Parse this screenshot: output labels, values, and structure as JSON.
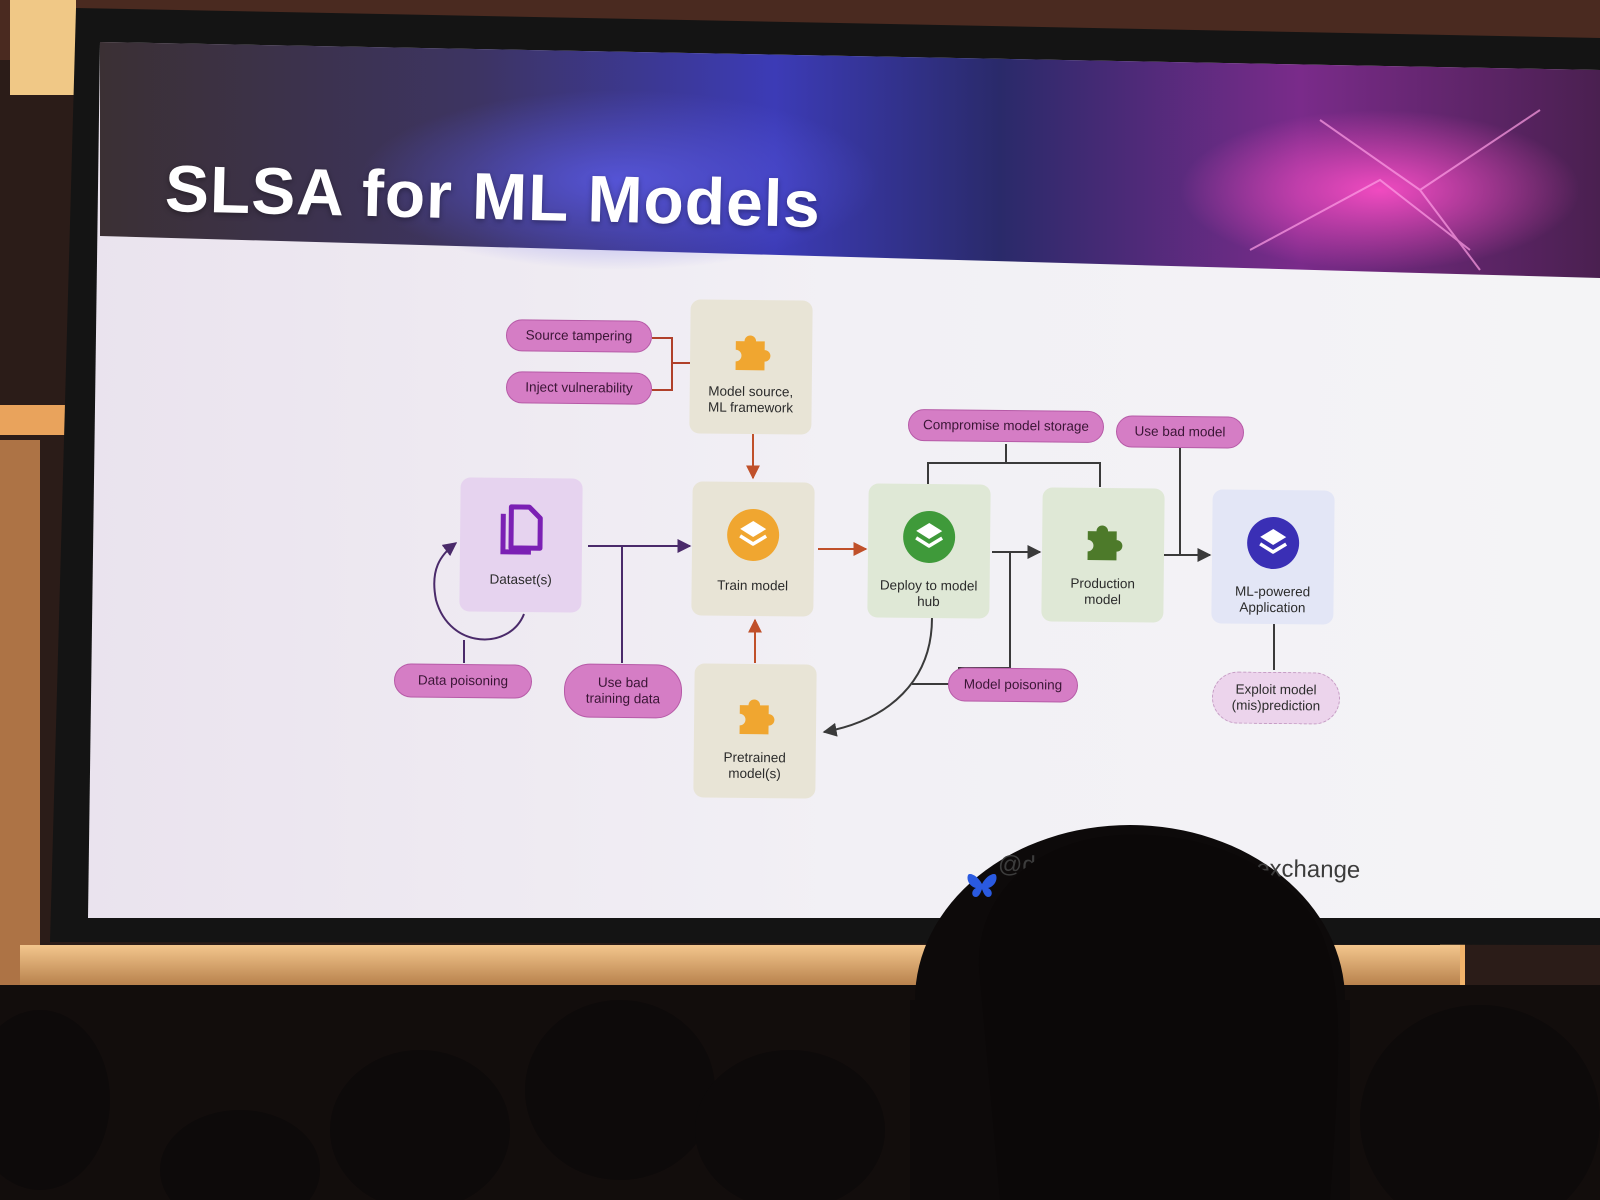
{
  "slide": {
    "title": "SLSA for ML Models",
    "footer_handle": "@danielstanis@infosec.exchange"
  },
  "nodes": {
    "model_source": {
      "label": "Model source,\nML framework",
      "icon": "puzzle-icon"
    },
    "datasets": {
      "label": "Dataset(s)",
      "icon": "documents-icon"
    },
    "train_model": {
      "label": "Train model",
      "icon": "layers-icon"
    },
    "deploy_hub": {
      "label": "Deploy to model\nhub",
      "icon": "layers-icon"
    },
    "production_model": {
      "label": "Production\nmodel",
      "icon": "puzzle-icon"
    },
    "ml_app": {
      "label": "ML-powered\nApplication",
      "icon": "layers-icon"
    },
    "pretrained": {
      "label": "Pretrained\nmodel(s)",
      "icon": "puzzle-icon"
    }
  },
  "threats": {
    "source_tampering": "Source tampering",
    "inject_vulnerability": "Inject vulnerability",
    "compromise_storage": "Compromise model storage",
    "use_bad_model": "Use bad model",
    "data_poisoning": "Data poisoning",
    "use_bad_training_data": "Use bad\ntraining data",
    "model_poisoning": "Model poisoning",
    "exploit_prediction": "Exploit model\n(mis)prediction"
  },
  "colors": {
    "threat_pill": "#d57dc5",
    "orange_arrow": "#c0502a",
    "dark_arrow": "#3a3a3a",
    "purple_node": "#e6d3ef",
    "beige_node": "#e8e4d6",
    "green_node": "#dfe8d6",
    "blue_node": "#e3e6f6"
  }
}
